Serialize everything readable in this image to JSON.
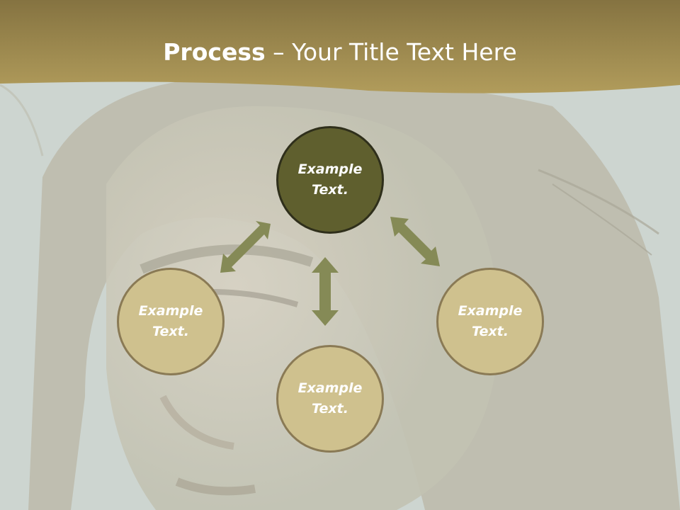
{
  "slide": {
    "title_bold": "Process",
    "title_rest": " – Your Title Text Here"
  },
  "nodes": {
    "top": "Example\nText.",
    "left": "Example\nText.",
    "bottom": "Example\nText.",
    "right": "Example\nText."
  },
  "colors": {
    "header": "#a78f4d",
    "center_fill": "#5f5f2e",
    "outer_fill": "#cfc18e",
    "arrow": "#858a56"
  },
  "background": {
    "image": "portrait-photo"
  }
}
